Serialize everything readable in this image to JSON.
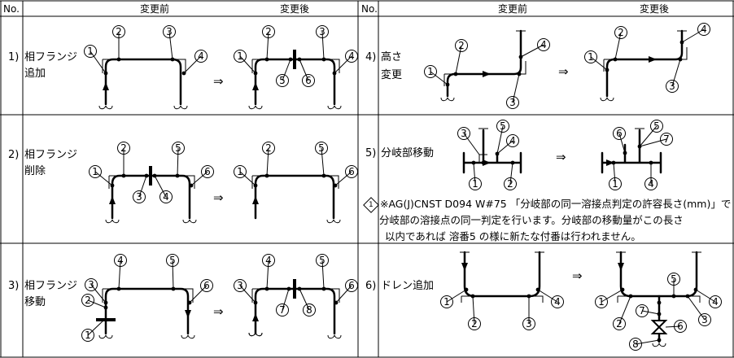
{
  "header": {
    "no": "No.",
    "before": "変更前",
    "after": "変更後"
  },
  "arrow_symbol": "⇒",
  "cases": [
    {
      "no": "1)",
      "title_lines": [
        "相フランジ",
        "追加"
      ],
      "before_nums": [
        "①",
        "②",
        "③",
        "④"
      ],
      "after_nums": [
        "①",
        "②",
        "③",
        "④",
        "⑤",
        "⑥"
      ]
    },
    {
      "no": "2)",
      "title_lines": [
        "相フランジ",
        "削除"
      ],
      "before_nums": [
        "①",
        "②",
        "③",
        "④",
        "⑤",
        "⑥"
      ],
      "after_nums": [
        "①",
        "②",
        "⑤",
        "⑥"
      ]
    },
    {
      "no": "3)",
      "title_lines": [
        "相フランジ",
        "移動"
      ],
      "before_nums": [
        "①",
        "②",
        "③",
        "④",
        "⑤",
        "⑥"
      ],
      "after_nums": [
        "③",
        "④",
        "⑤",
        "⑥",
        "⑦",
        "⑧"
      ]
    },
    {
      "no": "4)",
      "title_lines": [
        "高さ",
        "変更"
      ],
      "before_nums": [
        "①",
        "②",
        "③",
        "④"
      ],
      "after_nums": [
        "①",
        "②",
        "③",
        "④"
      ]
    },
    {
      "no": "5)",
      "title_lines": [
        "分岐部移動"
      ],
      "before_nums": [
        "①",
        "②",
        "③",
        "④",
        "⑤"
      ],
      "after_nums": [
        "①",
        "④",
        "⑤",
        "⑥",
        "⑦"
      ]
    },
    {
      "no": "6)",
      "title_lines": [
        "ドレン追加"
      ],
      "before_nums": [
        "①",
        "②",
        "③",
        "④"
      ],
      "after_nums": [
        "①",
        "②",
        "③",
        "④",
        "⑤",
        "⑥",
        "⑦",
        "⑧"
      ]
    }
  ],
  "note": {
    "mark": "1",
    "lines": [
      "※AG(J)CNST D094 W#75 「分岐部の同一溶接点判定の許容長さ(mm)」で",
      "分岐部の溶接点の同一判定を行います。分岐部の移動量がこの長さ",
      "以内であれば 溶番5 の様に新たな付番は行われません。"
    ]
  }
}
